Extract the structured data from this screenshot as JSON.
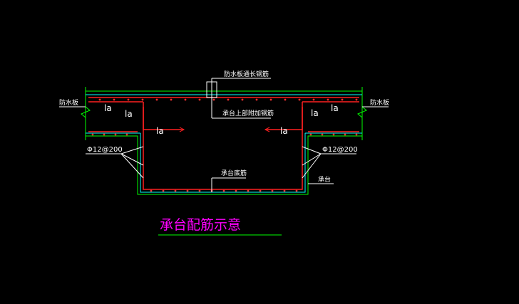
{
  "colors": {
    "background": "#000000",
    "outline": "#00ff00",
    "inner_outline": "#00ffff",
    "rebar": "#ff2020",
    "text": "#ffffff",
    "title": "#ff00ff",
    "dots": "#ff3030"
  },
  "labels": {
    "top_rebar": "防水板通长钢筋",
    "added_rebar": "承台上部附加钢筋",
    "bottom_rebar": "承台底筋",
    "waterproof_left": "防水板",
    "waterproof_right": "防水板",
    "stirrup_left": "Φ12@200",
    "stirrup_right": "Φ12@200",
    "cap": "承台",
    "la_1": "la",
    "la_2": "la",
    "la_3": "la",
    "la_4": "la",
    "la_5": "la",
    "la_6": "la"
  },
  "title": "承台配筋示意"
}
